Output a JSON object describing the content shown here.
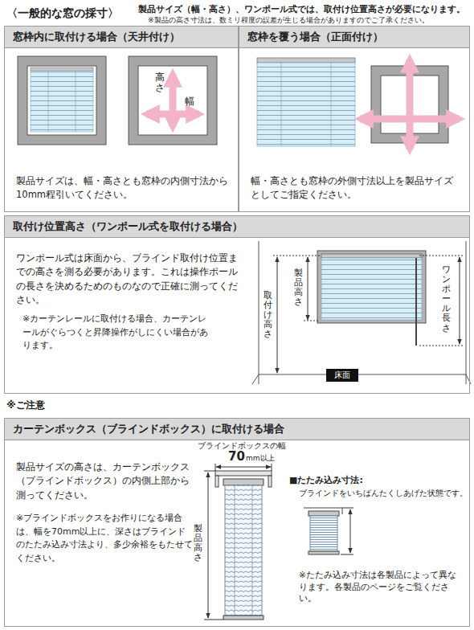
{
  "diagram": {
    "title": "〈一般的な窓の採寸〉",
    "nodes": [
      {
        "text": [
          "窓枠内に取付ける場合（天井付け）",
          "製品サイズは、幅・高さとも窓枠の内側寸法から10mm程引いてください。"
        ]
      },
      {
        "text": [
          "窓枠を覆う場合（正面付け）",
          "幅・高さとも窓枠の外側寸法以上を製品サイズとしてご指定ください。"
        ]
      },
      {
        "text": [
          "取付け位置高さ（ワンポール式を取付ける場合）",
          "ワンポール式は床面から、ブラインド取付け位置までの高さを測る必要があります。これは操作ポールの長さを決めるためのものなので正確に測ってください。",
          "※カーテンレールに取付ける場合、カーテンレールがぐらつくと昇降操作がしにくい場合があります。"
        ]
      },
      {
        "text": [
          "カーテンボックス（ブラインドボックス）に取付ける場合",
          "製品サイズの高さは、カーテンボックス（ブラインドボックス）の内側上部から測ってください。",
          "※ブラインドボックスをお作りになる場合は、幅を70mm以上に、深さはブラインドのたたみ込み寸法より、多少余裕をもたせてください。"
        ]
      },
      {
        "text": [
          "床面"
        ],
        "in": 2
      }
    ],
    "labels": [
      "製品サイズ（幅・高さ）、ワンポール式では、取付け位置高さが必要になります。",
      "※製品の高さ寸法は、数ミリ程度の誤差が生じる場合がありますのでご了承ください。",
      "高さ",
      "幅",
      "取付け高さ",
      "製品高さ",
      "ワンポール長さ",
      "※ご注意",
      "ブラインドボックスの幅",
      "70",
      "mm以上",
      "製品高さ",
      "■たたみ込み寸法:",
      "ブラインドをいちばんたくしあげた状態です。",
      "※たたみ込み寸法は各製品によって異なります。各製品のページをご覧ください。"
    ]
  }
}
